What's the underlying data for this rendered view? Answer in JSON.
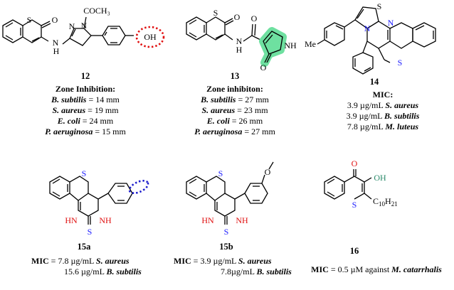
{
  "compounds": [
    {
      "id": "12",
      "atoms": {
        "s": "S",
        "o": "O",
        "acyl": "COCH₃",
        "n1": "N",
        "n2": "N",
        "h": "H",
        "oh": "OH"
      },
      "heading": "Zone Inhibition:",
      "lines": [
        {
          "org": "B. subtilis",
          "val": " = 14 mm"
        },
        {
          "org": "S. aureus",
          "val": " = 19 mm"
        },
        {
          "org": "E. coli",
          "val": " = 24 mm"
        },
        {
          "org": "P. aeruginosa",
          "val": " = 15 mm"
        }
      ]
    },
    {
      "id": "13",
      "atoms": {
        "s": "S",
        "o": "O",
        "n": "N",
        "h": "H",
        "nh": "NH",
        "o2": "O"
      },
      "heading": "Zone inhibiton:",
      "lines": [
        {
          "org": "B. subtilis",
          "val": " = 27 mm"
        },
        {
          "org": "S. aureus",
          "val": " = 23 mm"
        },
        {
          "org": "E. coli",
          "val": " = 26 mm"
        },
        {
          "org": "P. aeruginosa",
          "val": " = 27 mm"
        }
      ]
    },
    {
      "id": "14",
      "atoms": {
        "s1": "S",
        "n1": "N",
        "n2": "N",
        "s2": "S",
        "me": "Me"
      },
      "heading": "MIC:",
      "lines": [
        {
          "val": "3.9 µg/mL ",
          "org": "S. aureus"
        },
        {
          "val": "3.9 µg/mL ",
          "org": "B. subtilis"
        },
        {
          "val": "7.8 µg/mL ",
          "org": "M. luteus"
        }
      ]
    },
    {
      "id": "15a",
      "atoms": {
        "s": "S",
        "hn": "HN",
        "nh": "NH",
        "s2": "S"
      },
      "mic_label": "MIC",
      "lines": [
        {
          "val": " = 7.8 µg/mL ",
          "org": "S. aureus"
        },
        {
          "val": "15.6 µg/mL ",
          "org": "B. subtilis"
        }
      ]
    },
    {
      "id": "15b",
      "atoms": {
        "s": "S",
        "o": "O",
        "hn": "HN",
        "nh": "NH",
        "s2": "S"
      },
      "mic_label": "MIC",
      "lines": [
        {
          "val": " = 3.9 µg/mL ",
          "org": "S. aureus"
        },
        {
          "val": "7.8µg/mL ",
          "org": "B. subtilis"
        }
      ]
    },
    {
      "id": "16",
      "atoms": {
        "o": "O",
        "oh": "OH",
        "s": "S",
        "c10": "C",
        "c10sub": "10",
        "h21": "H",
        "h21sub": "21"
      },
      "mic_label": "MIC",
      "line": {
        "val": " = 0.5 µM against ",
        "org": "M. catarrhalis"
      }
    }
  ],
  "colors": {
    "sulfur": "#1a1aff",
    "nitrogen_red": "#e01010",
    "oh_green": "#2a8a6a",
    "highlight": "#6ee0a0",
    "dots_red": "#e01010",
    "dots_blue": "#1a1acc"
  }
}
